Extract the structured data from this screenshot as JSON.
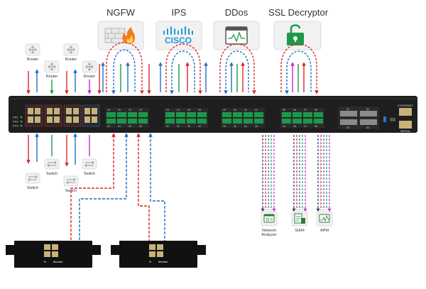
{
  "titles": {
    "ngfw": "NGFW",
    "ips": "IPS",
    "ddos": "DDos",
    "ssl": "SSL Decryptor"
  },
  "ips_logo": "CISCO",
  "left_devices": {
    "router_label": "Router",
    "switch_label": "Switch"
  },
  "tools": {
    "network_analyzer_line1": "Network",
    "network_analyzer_line2": "Analyzer",
    "siem": "SIEM",
    "apm": "APM"
  },
  "chassis": {
    "led_labels": [
      "PS1",
      "PS2",
      "SYS"
    ],
    "right_label_top": "ETHERNET",
    "right_label_bottom": "SERIAL",
    "group_labels": {
      "g1_top": [
        "19",
        "20",
        "21",
        "22"
      ],
      "g1_bot": [
        "23",
        "24",
        "25",
        "26"
      ],
      "g2_top": [
        "23",
        "24",
        "25",
        "26"
      ],
      "g2_bot": [
        "31",
        "32",
        "33",
        "34"
      ],
      "g3_top": [
        "29",
        "30",
        "31",
        "32"
      ],
      "g3_bot": [
        "39",
        "40",
        "41",
        "42"
      ],
      "g4_top": [
        "35",
        "36",
        "37",
        "38"
      ],
      "g4_bot": [
        "45",
        "46",
        "47",
        "48"
      ],
      "qsfp": [
        "81",
        "82",
        "83",
        "84"
      ]
    }
  },
  "bypass": {
    "monitor_label": "Monitor",
    "net_label": "N"
  },
  "colors": {
    "red": "#d9262c",
    "blue": "#1f6fc4",
    "green": "#1a9a4a",
    "magenta": "#c627c9",
    "navy": "#2a2f6b",
    "chassis": "#1e1e1e"
  }
}
